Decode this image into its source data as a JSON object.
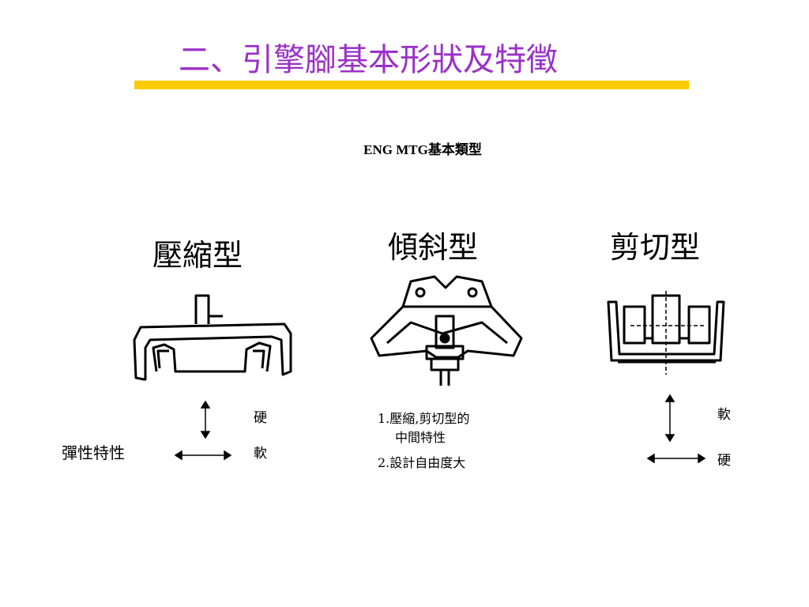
{
  "slide": {
    "title": "二、引擎腳基本形狀及特徵",
    "subtitle": "ENG MTG基本類型",
    "accent_color": "#9b30c8",
    "bar_color": "#ffcc00"
  },
  "types": {
    "compression": {
      "label": "壓縮型",
      "vertical": "硬",
      "horizontal": "軟",
      "elastic_label": "彈性特性"
    },
    "tilt": {
      "label": "傾斜型",
      "note_1": "1.壓縮,剪切型的",
      "note_1b": "中間特性",
      "note_2": "2.設計自由度大"
    },
    "shear": {
      "label": "剪切型",
      "vertical": "軟",
      "horizontal": "硬"
    }
  }
}
